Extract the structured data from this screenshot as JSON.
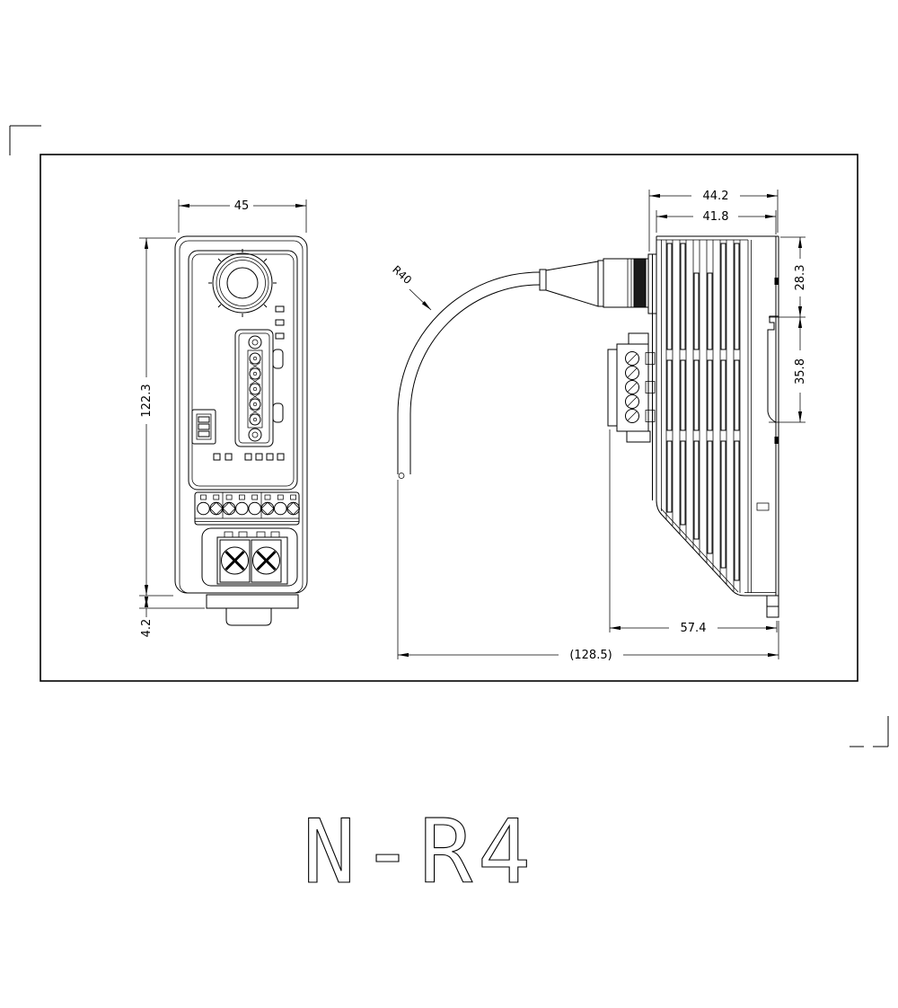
{
  "title": "N-R4",
  "front_view": {
    "width": "45",
    "height": "122.3",
    "base_height": "4.2"
  },
  "side_view": {
    "overall_width": "44.2",
    "body_width": "41.8",
    "upper_height": "28.3",
    "rail_section_height": "35.8",
    "lower_width": "57.4",
    "overall_depth": "(128.5)",
    "cable_bend_radius": "R40"
  },
  "colors": {
    "line": "#000000",
    "background": "#ffffff"
  }
}
